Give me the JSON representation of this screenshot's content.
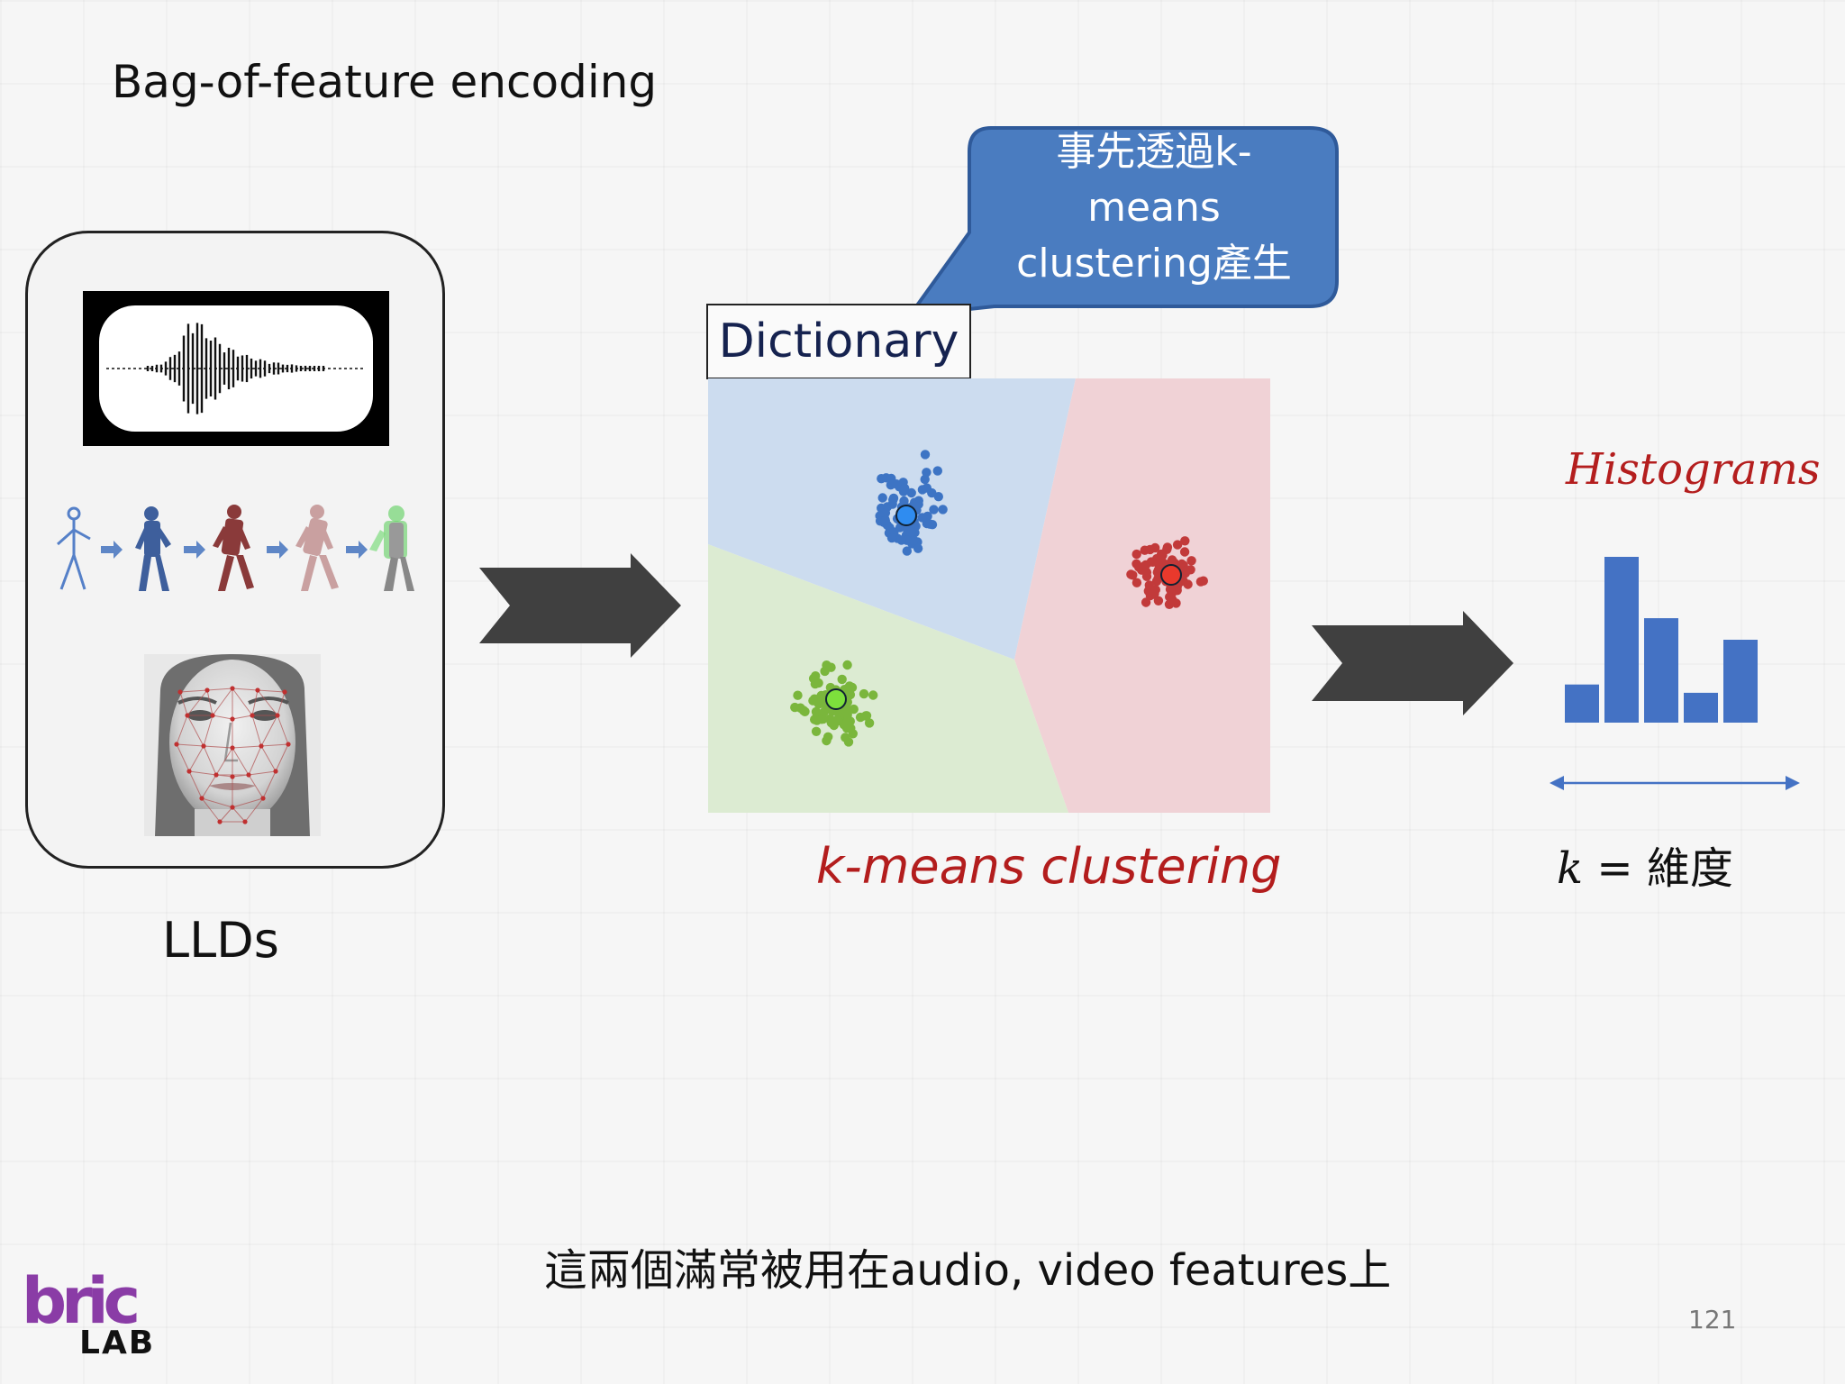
{
  "title": "Bag-of-feature encoding",
  "llds": {
    "label": "LLDs"
  },
  "dictionary": {
    "label": "Dictionary",
    "callout": [
      "事先透過k-",
      "means",
      "clustering產生"
    ]
  },
  "clustering": {
    "caption": "k-means clustering"
  },
  "histogram": {
    "title": "Histograms",
    "bin_values": [
      0.23,
      1.0,
      0.63,
      0.18,
      0.5
    ],
    "k_var": "k",
    "k_eq": " = 維度"
  },
  "footnote": "這兩個滿常被用在audio, video features上",
  "page_number": "121",
  "logo": {
    "text_main": "bric",
    "text_sub": "LAB"
  },
  "colors": {
    "cluster_blue": "#3d74c4",
    "cluster_red": "#c23a3a",
    "cluster_green": "#7ab63c",
    "histogram_bar": "#4472c4",
    "callout_fill": "#4a7cc0",
    "arrow_fill": "#404040",
    "caption_red": "#b31d1d"
  }
}
